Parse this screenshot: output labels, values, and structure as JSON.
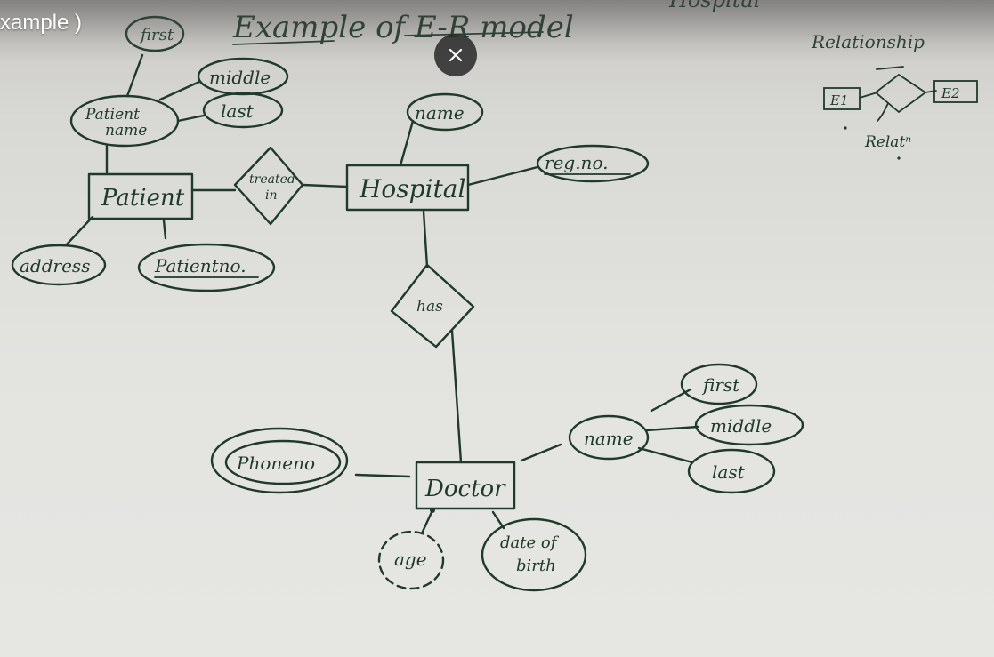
{
  "video": {
    "title_fragment": "xample )",
    "close_icon": "close-icon"
  },
  "heading": {
    "title": "Example of E-R model",
    "top_fragment": "Hospital"
  },
  "legend": {
    "title": "Relationship",
    "entity_1": "E1",
    "entity_2": "E2",
    "relation_label": "Relatⁿ"
  },
  "entities": {
    "patient": "Patient",
    "hospital": "Hospital",
    "doctor": "Doctor"
  },
  "relationships": {
    "treated_in": [
      "treated",
      "in"
    ],
    "has": "has"
  },
  "attributes": {
    "patient_first": "first",
    "patient_middle": "middle",
    "patient_last": "last",
    "patient_name": [
      "Patient",
      "name"
    ],
    "patient_address": "address",
    "patient_no": "Patientno.",
    "hospital_name": "name",
    "hospital_reg": "reg.no.",
    "doctor_name": "name",
    "doctor_first": "first",
    "doctor_middle": "middle",
    "doctor_last": "last",
    "doctor_phone": "Phoneno",
    "doctor_age": "age",
    "doctor_dob": [
      "date of",
      "birth"
    ]
  },
  "colors": {
    "ink": "#1f3a2a",
    "board": "#e3e3e0"
  }
}
